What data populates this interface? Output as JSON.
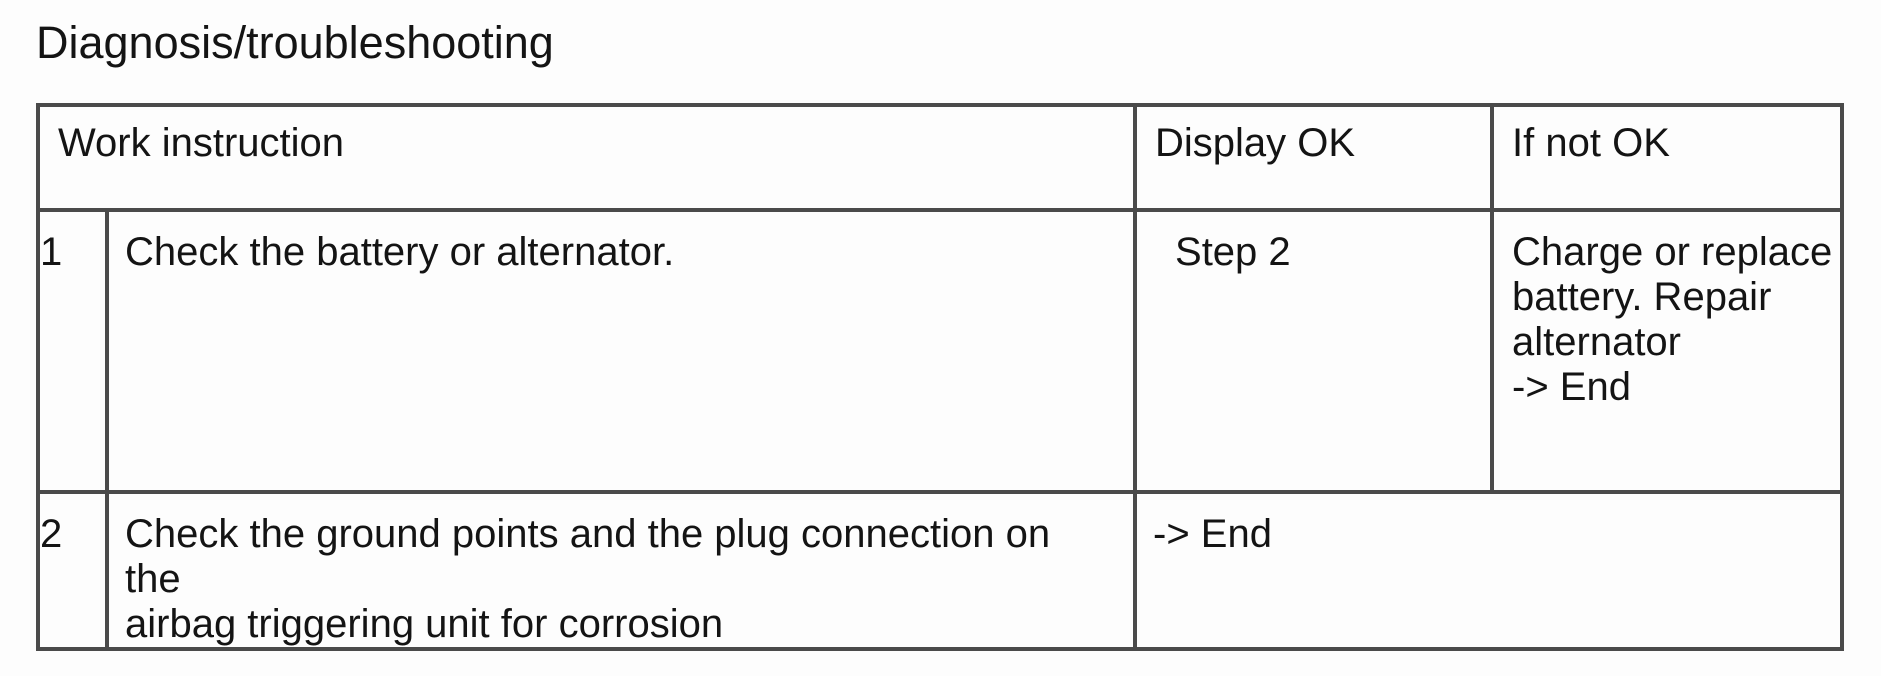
{
  "page": {
    "title": "Diagnosis/troubleshooting"
  },
  "table": {
    "header": {
      "work_instruction": "Work instruction",
      "display_ok": "Display OK",
      "if_not_ok": "If not OK"
    },
    "rows": [
      {
        "step": "1",
        "instruction": "Check the battery or alternator.",
        "display_ok": "Step 2",
        "if_not_ok": "Charge or replace\nbattery. Repair\nalternator",
        "if_not_ok_result": "-> End"
      },
      {
        "step": "2",
        "instruction": "Check the ground points and the plug connection on the\nairbag triggering unit for corrosion",
        "display_ok_result": "-> End"
      }
    ]
  },
  "colors": {
    "border": "#4a4a4a",
    "text": "#141414",
    "background": "#fdfdfd"
  }
}
